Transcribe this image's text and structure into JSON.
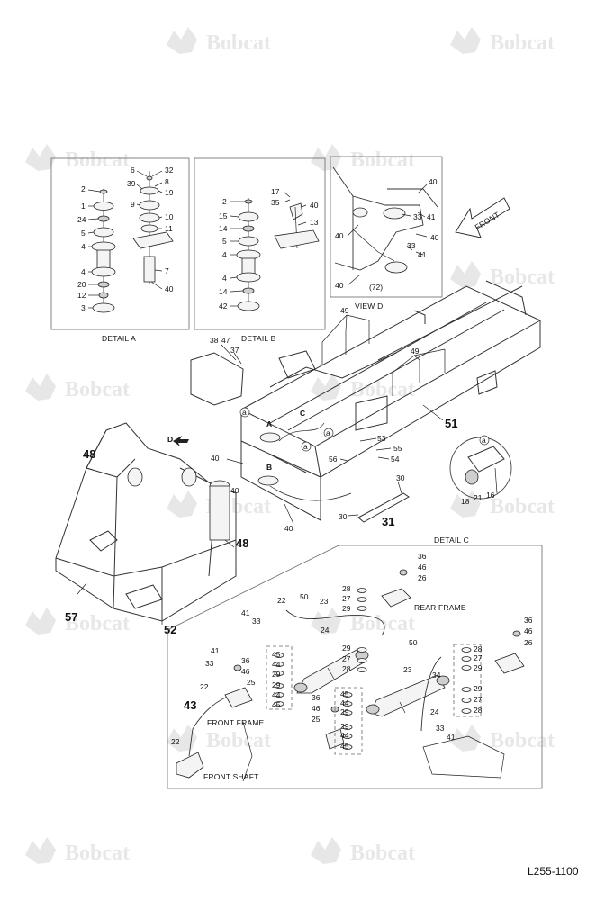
{
  "watermark": {
    "brand": "Bobcat",
    "mark": "®"
  },
  "drawing_number": "L255-1100",
  "captions": {
    "detail_a": "DETAIL  A",
    "detail_b": "DETAIL  B",
    "view_d": "VIEW  D",
    "view_d_ref": "(72)",
    "detail_c": "DETAIL  C",
    "front": "FRONT",
    "rear_frame": "REAR FRAME",
    "front_frame": "FRONT FRAME",
    "front_shaft": "FRONT SHAFT"
  },
  "detail_a_labels": [
    "2",
    "1",
    "24",
    "5",
    "4",
    "4",
    "20",
    "12",
    "3",
    "6",
    "32",
    "39",
    "8",
    "19",
    "9",
    "10",
    "11",
    "7",
    "40"
  ],
  "detail_b_labels": [
    "2",
    "15",
    "14",
    "5",
    "4",
    "4",
    "14",
    "42",
    "17",
    "35",
    "40",
    "13"
  ],
  "view_d_labels": [
    "40",
    "33",
    "41",
    "40",
    "33",
    "41",
    "40",
    "40"
  ],
  "main_labels": [
    "49",
    "38",
    "47",
    "37",
    "49",
    "51",
    "53",
    "55",
    "54",
    "56",
    "40",
    "40",
    "30",
    "30",
    "31",
    "40",
    "48",
    "48",
    "57",
    "52"
  ],
  "main_letters": [
    "D",
    "A",
    "C",
    "B",
    "a",
    "a",
    "a"
  ],
  "callout_a_labels": [
    "a",
    "16",
    "18",
    "21"
  ],
  "detail_c_labels": [
    "36",
    "46",
    "26",
    "41",
    "33",
    "22",
    "50",
    "23",
    "28",
    "27",
    "29",
    "24",
    "45",
    "44",
    "29",
    "29",
    "27",
    "28",
    "41",
    "36",
    "33",
    "46",
    "25",
    "22",
    "29",
    "44",
    "45",
    "43",
    "36",
    "46",
    "25",
    "45",
    "44",
    "29",
    "29",
    "44",
    "45",
    "22",
    "50",
    "23",
    "34",
    "28",
    "27",
    "29",
    "29",
    "27",
    "28",
    "24",
    "33",
    "41",
    "36",
    "46",
    "26"
  ]
}
